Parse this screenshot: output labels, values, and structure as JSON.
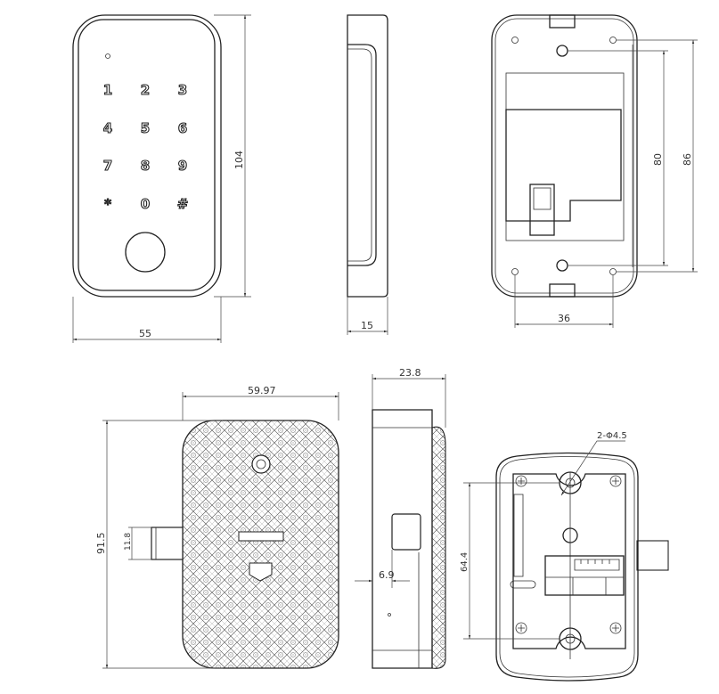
{
  "drawing": {
    "keypad_keys": [
      "1",
      "2",
      "3",
      "4",
      "5",
      "6",
      "7",
      "8",
      "9",
      "*",
      "0",
      "#"
    ],
    "dimensions": {
      "front_height": "104",
      "front_width": "55",
      "side_depth": "15",
      "mount_inner_height": "80",
      "mount_outer_height": "86",
      "mount_width": "36",
      "lock_width": "59.97",
      "lock_height": "91.5",
      "bolt_height": "11.8",
      "lock_depth": "23.8",
      "bolt_offset": "6.9",
      "hole_spacing": "64.4",
      "hole_callout": "2-Φ4.5"
    }
  }
}
